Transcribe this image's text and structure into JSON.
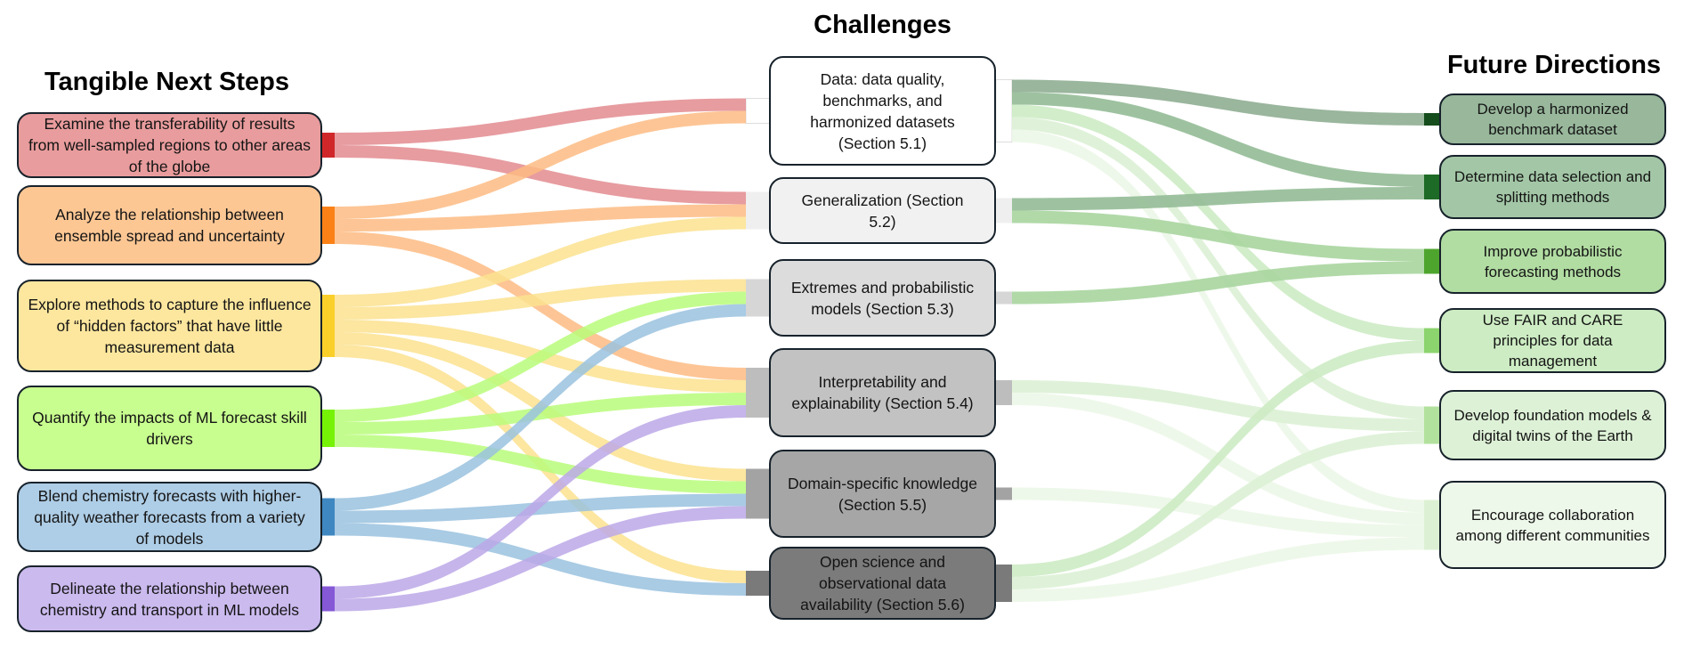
{
  "titles": {
    "left": "Tangible Next Steps",
    "middle": "Challenges",
    "right": "Future Directions"
  },
  "left_nodes": [
    {
      "id": "L1",
      "label": "Examine the transferability of results from well-sampled regions to other areas of the globe",
      "fill": "#e99c9d",
      "accent": "#d0282a",
      "link": "#e38b8f"
    },
    {
      "id": "L2",
      "label": "Analyze the relationship between ensemble spread and uncertainty",
      "fill": "#fdc794",
      "accent": "#fb8117",
      "link": "#fdbb83"
    },
    {
      "id": "L3",
      "label": "Explore methods to capture the influence of “hidden factors” that have little measurement data",
      "fill": "#fde79e",
      "accent": "#fbcf2a",
      "link": "#fce28f"
    },
    {
      "id": "L4",
      "label": "Quantify the impacts of ML forecast skill drivers",
      "fill": "#c8fe8f",
      "accent": "#76f207",
      "link": "#b9fc7a"
    },
    {
      "id": "L5",
      "label": "Blend chemistry forecasts with higher-quality weather forecasts from a variety of models",
      "fill": "#aecde6",
      "accent": "#3f87c0",
      "link": "#9ac2df"
    },
    {
      "id": "L6",
      "label": "Delineate the relationship between chemistry and transport in ML models",
      "fill": "#cbbaee",
      "accent": "#8558d6",
      "link": "#bca8e8"
    }
  ],
  "middle_nodes": [
    {
      "id": "M1",
      "label": "Data: data quality, benchmarks, and harmonized datasets (Section 5.1)",
      "fill": "#ffffff",
      "bar": "#ffffff"
    },
    {
      "id": "M2",
      "label": "Generalization (Section 5.2)",
      "fill": "#f1f1f1",
      "bar": "#efefef"
    },
    {
      "id": "M3",
      "label": "Extremes and probabilistic models (Section 5.3)",
      "fill": "#dcdcdc",
      "bar": "#d6d6d6"
    },
    {
      "id": "M4",
      "label": "Interpretability and explainability (Section 5.4)",
      "fill": "#c2c2c2",
      "bar": "#bdbdbd"
    },
    {
      "id": "M5",
      "label": "Domain-specific knowledge (Section 5.5)",
      "fill": "#a6a6a6",
      "bar": "#a3a3a3"
    },
    {
      "id": "M6",
      "label": "Open science and observational data availability (Section 5.6)",
      "fill": "#7b7b7b",
      "bar": "#7a7a7a"
    }
  ],
  "right_nodes": [
    {
      "id": "R1",
      "label": "Develop a harmonized benchmark dataset",
      "fill": "#98b79b",
      "accent": "#154d1c"
    },
    {
      "id": "R2",
      "label": "Determine data selection and splitting methods",
      "fill": "#a3c7a6",
      "accent": "#1d6b26"
    },
    {
      "id": "R3",
      "label": "Improve probabilistic forecasting methods",
      "fill": "#b1dca2",
      "accent": "#4ea52e"
    },
    {
      "id": "R4",
      "label": "Use FAIR and CARE principles for data management",
      "fill": "#cdecc3",
      "accent": "#8cd46e"
    },
    {
      "id": "R5",
      "label": "Develop foundation models & digital twins of the Earth",
      "fill": "#ddf1d6",
      "accent": "#b2e19d"
    },
    {
      "id": "R6",
      "label": "Encourage collaboration among different communities",
      "fill": "#eef8ea",
      "accent": "#dcf1d3"
    }
  ],
  "chart_data": {
    "type": "sankey",
    "stages": [
      "Tangible Next Steps",
      "Challenges",
      "Future Directions"
    ],
    "links_left_to_middle": [
      [
        "L1",
        "M1"
      ],
      [
        "L1",
        "M2"
      ],
      [
        "L2",
        "M1"
      ],
      [
        "L2",
        "M2"
      ],
      [
        "L2",
        "M4"
      ],
      [
        "L3",
        "M2"
      ],
      [
        "L3",
        "M3"
      ],
      [
        "L3",
        "M4"
      ],
      [
        "L3",
        "M5"
      ],
      [
        "L3",
        "M6"
      ],
      [
        "L4",
        "M3"
      ],
      [
        "L4",
        "M4"
      ],
      [
        "L4",
        "M5"
      ],
      [
        "L5",
        "M3"
      ],
      [
        "L5",
        "M5"
      ],
      [
        "L5",
        "M6"
      ],
      [
        "L6",
        "M4"
      ],
      [
        "L6",
        "M5"
      ]
    ],
    "links_middle_to_right": [
      [
        "M1",
        "R1",
        "#8fae92"
      ],
      [
        "M1",
        "R2",
        "#93bb96"
      ],
      [
        "M1",
        "R4",
        "#cdebc4"
      ],
      [
        "M1",
        "R5",
        "#dcf1d5"
      ],
      [
        "M1",
        "R6",
        "#ecf7e8"
      ],
      [
        "M2",
        "R2",
        "#93bb96"
      ],
      [
        "M2",
        "R3",
        "#a9d59f"
      ],
      [
        "M3",
        "R3",
        "#a9d59f"
      ],
      [
        "M4",
        "R5",
        "#dcf1d5"
      ],
      [
        "M4",
        "R6",
        "#ecf7e8"
      ],
      [
        "M5",
        "R6",
        "#ecf7e8"
      ],
      [
        "M6",
        "R4",
        "#cdebc4"
      ],
      [
        "M6",
        "R5",
        "#dcf1d5"
      ],
      [
        "M6",
        "R6",
        "#ecf7e8"
      ]
    ]
  }
}
